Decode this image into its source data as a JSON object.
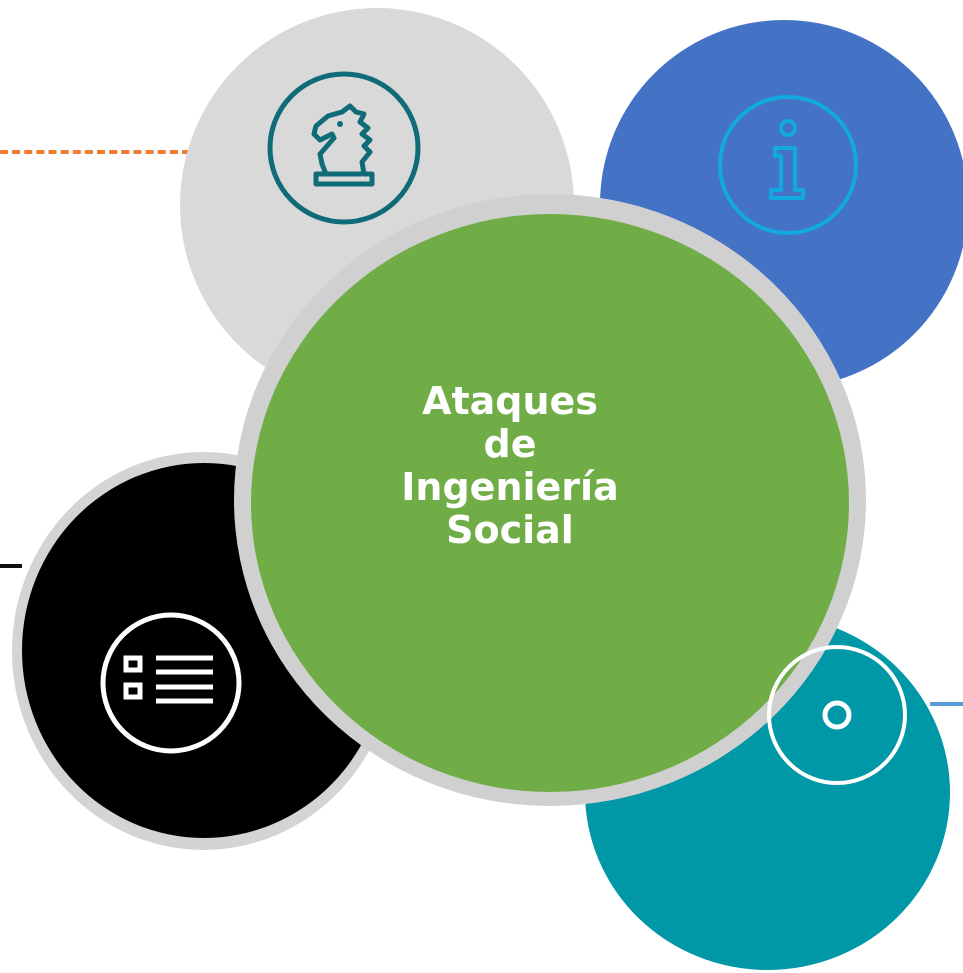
{
  "diagram": {
    "center": {
      "title_lines": [
        "Ataques",
        "de",
        "Ingeniería",
        "Social"
      ]
    },
    "satellites": [
      {
        "icon": "chess-knight-icon",
        "circle_color": "#d9d9d9",
        "icon_color": "#0f6b78"
      },
      {
        "icon": "info-icon",
        "circle_color": "#4472c4",
        "icon_color": "#12a8e0"
      },
      {
        "icon": "checklist-icon",
        "circle_color": "#000000",
        "icon_color": "#ffffff"
      },
      {
        "icon": "target-icon",
        "circle_color": "#0097a7",
        "icon_color": "#ffffff"
      }
    ],
    "connectors": [
      {
        "style": "dashed",
        "color": "#ed7d31"
      },
      {
        "style": "solid",
        "color": "#111111"
      },
      {
        "style": "solid",
        "color": "#5b9bd5"
      }
    ],
    "center_color": "#70ad47"
  }
}
